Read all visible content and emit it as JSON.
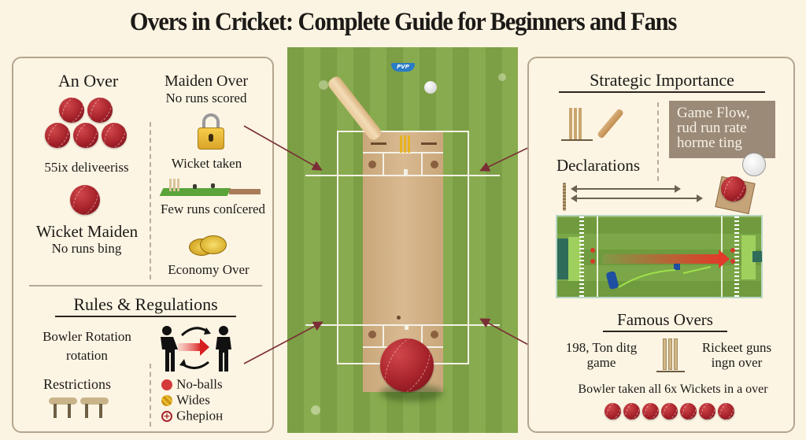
{
  "title": "Overs in Cricket: Complete Guide for Beginners and Fans",
  "colors": {
    "background": "#fcf4e2",
    "panel_border": "#b3a58e",
    "grass_dark": "#7c9f45",
    "grass_light": "#88ab4f",
    "pitch": "#d4b48a",
    "ball_red": "#a6222a",
    "arrow": "#7a2e35",
    "game_box": "#9b8a78"
  },
  "left_panel": {
    "an_over": {
      "heading": "An Over",
      "balls_icon": "cricket-balls-stack-icon",
      "caption": "55ix deliveeriss"
    },
    "wicket_maiden": {
      "heading": "Wicket Maiden",
      "caption": "No runs bing"
    },
    "maiden_over": {
      "heading": "Maiden Over",
      "caption": "No runs scored",
      "icon": "padlock-icon"
    },
    "wicket_taken": {
      "label": "Wicket taken",
      "icon": "stumps-on-grass-icon"
    },
    "few_runs": {
      "label": "Few runs conſcered"
    },
    "economy_over": {
      "label": "Economy Over",
      "icon": "gold-coins-icon"
    },
    "rules": {
      "heading": "Rules & Regulations",
      "bowler_rotation": "Bowler Rotation",
      "rotation": "rotation",
      "rotation_icon": "players-swap-icon",
      "restrictions": "Restrictions",
      "restrictions_icon": "keys-icon",
      "items": [
        {
          "label": "No-balls",
          "icon": "no-ball-icon",
          "color": "#d43a3a"
        },
        {
          "label": "Wides",
          "icon": "wide-coin-icon",
          "color": "#e0aa24"
        },
        {
          "label": "Ghepioн",
          "icon": "plus-circle-icon",
          "color": "#a6222a"
        }
      ]
    }
  },
  "center": {
    "badge": "PVP",
    "pitch_icons": [
      "cricket-bat-icon",
      "white-ball-icon",
      "stumps-icon",
      "red-ball-icon"
    ]
  },
  "right_panel": {
    "strategic": {
      "heading": "Strategic Importance",
      "declarations": "Declarations",
      "game_flow_lines": [
        "Game Flow,",
        "rud run rate",
        "horme ting"
      ]
    },
    "famous": {
      "heading": "Famous Overs",
      "left_lines": [
        "198, Ton ditg",
        "game"
      ],
      "right_lines": [
        "Rickeet guns",
        "ingn over"
      ],
      "caption": "Bowler taken all 6x Wickets in a over",
      "ball_count": 7
    }
  }
}
